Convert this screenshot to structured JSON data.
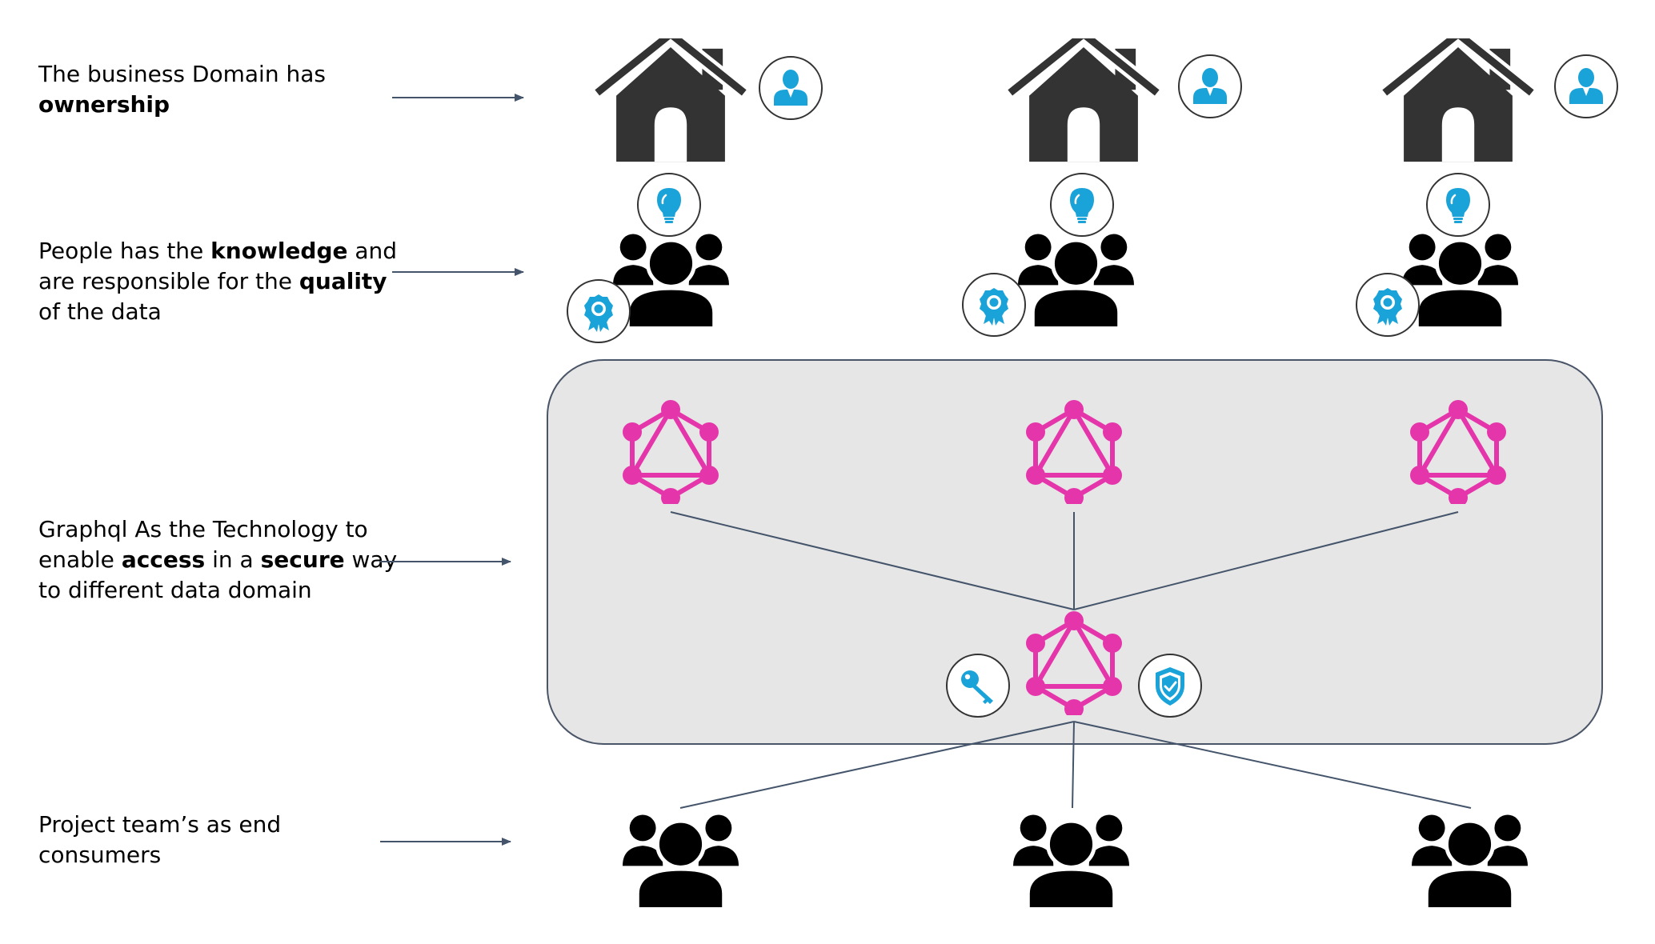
{
  "labels": {
    "ownership": {
      "line1": "The business Domain has",
      "bold1": "ownership"
    },
    "knowledge": {
      "pre1": "People has the ",
      "bold1": "knowledge",
      "post1": " and",
      "pre2": "are responsible for the ",
      "bold2": "quality",
      "line3": "of the data"
    },
    "technology": {
      "line1": "Graphql As the Technology to",
      "pre2": "enable ",
      "bold_access": "access",
      "mid2": " in a ",
      "bold_secure": "secure",
      "post2": " way",
      "line3": "to different data domain"
    },
    "consumers": {
      "line1": "Project team’s as end",
      "line2": "consumers"
    }
  },
  "colors": {
    "graphql": "#e535ab",
    "accent_blue": "#1aa3d9",
    "house": "#333333",
    "people": "#000000",
    "panel_fill": "#e6e6e6",
    "panel_border": "#4a5568",
    "arrow": "#44546a",
    "connector": "#44546a"
  },
  "domains": [
    {
      "house_icon": "house-icon",
      "owner_icon": "user-icon",
      "knowledge_icon": "lightbulb-icon",
      "quality_icon": "award-ribbon-icon",
      "team_icon": "people-group-icon"
    },
    {
      "house_icon": "house-icon",
      "owner_icon": "user-icon",
      "knowledge_icon": "lightbulb-icon",
      "quality_icon": "award-ribbon-icon",
      "team_icon": "people-group-icon"
    },
    {
      "house_icon": "house-icon",
      "owner_icon": "user-icon",
      "knowledge_icon": "lightbulb-icon",
      "quality_icon": "award-ribbon-icon",
      "team_icon": "people-group-icon"
    }
  ],
  "gateway": {
    "logo_icon": "graphql-logo-icon",
    "access_icon": "key-icon",
    "security_icon": "shield-check-icon"
  },
  "consumers": [
    {
      "icon": "people-group-icon"
    },
    {
      "icon": "people-group-icon"
    },
    {
      "icon": "people-group-icon"
    }
  ]
}
